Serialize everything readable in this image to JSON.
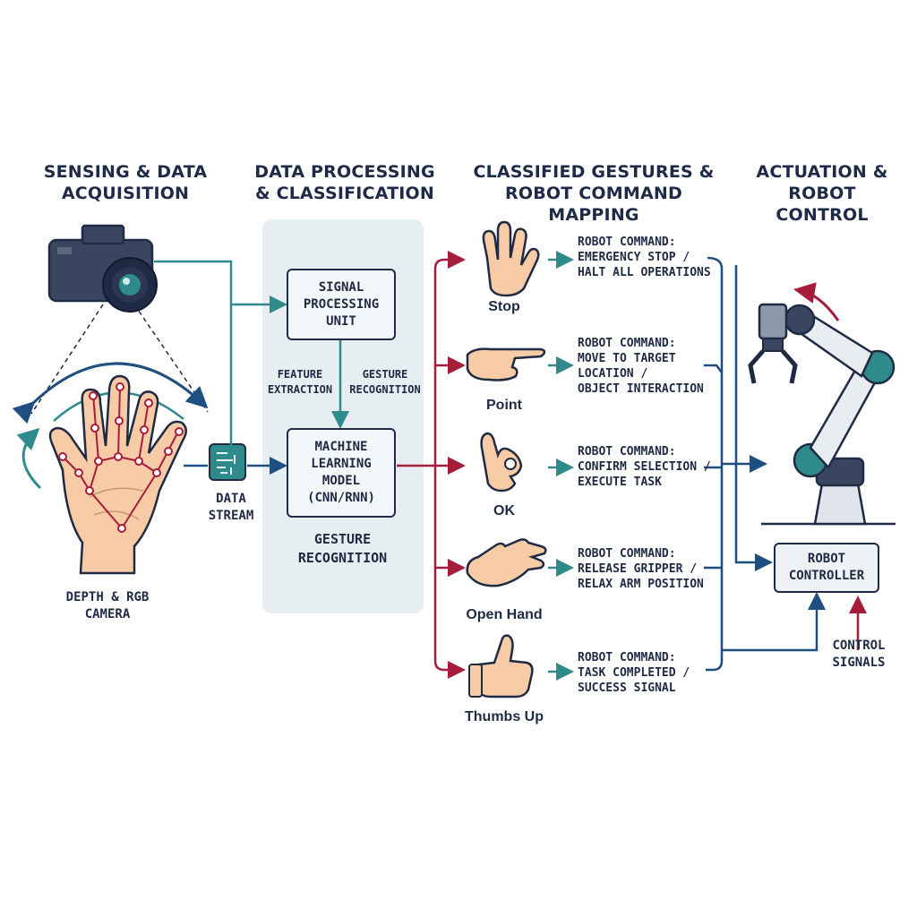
{
  "headers": [
    {
      "line1": "SENSING & DATA",
      "line2": "ACQUISITION"
    },
    {
      "line1": "DATA PROCESSING",
      "line2": "& CLASSIFICATION"
    },
    {
      "line1": "CLASSIFIED GESTURES &",
      "line2": "ROBOT COMMAND MAPPING"
    },
    {
      "line1": "ACTUATION &",
      "line2": "ROBOT CONTROL"
    }
  ],
  "sensing": {
    "camera_label": {
      "line1": "DEPTH & RGB",
      "line2": "CAMERA"
    },
    "stream_label": {
      "line1": "DATA",
      "line2": "STREAM"
    }
  },
  "processing": {
    "spu": {
      "line1": "SIGNAL",
      "line2": "PROCESSING",
      "line3": "UNIT"
    },
    "feature": {
      "line1": "FEATURE",
      "line2": "EXTRACTION"
    },
    "gesture_rec_small": {
      "line1": "GESTURE",
      "line2": "RECOGNITION"
    },
    "ml": {
      "line1": "MACHINE",
      "line2": "LEARNING",
      "line3": "MODEL",
      "line4": "(CNN/RNN)"
    },
    "gesture_rec": {
      "line1": "GESTURE",
      "line2": "RECOGNITION"
    }
  },
  "gestures": [
    {
      "name": "Stop",
      "cmd1": "ROBOT COMMAND:",
      "cmd2": "EMERGENCY STOP /",
      "cmd3": "HALT ALL OPERATIONS",
      "cmd4": ""
    },
    {
      "name": "Point",
      "cmd1": "ROBOT COMMAND:",
      "cmd2": "MOVE TO TARGET",
      "cmd3": "LOCATION /",
      "cmd4": "OBJECT INTERACTION"
    },
    {
      "name": "OK",
      "cmd1": "ROBOT COMMAND:",
      "cmd2": "CONFIRM SELECTION /",
      "cmd3": "EXECUTE TASK",
      "cmd4": ""
    },
    {
      "name": "Open Hand",
      "cmd1": "ROBOT COMMAND:",
      "cmd2": "RELEASE GRIPPER /",
      "cmd3": "RELAX ARM POSITION",
      "cmd4": ""
    },
    {
      "name": "Thumbs Up",
      "cmd1": "ROBOT COMMAND:",
      "cmd2": "TASK COMPLETED /",
      "cmd3": "SUCCESS SIGNAL",
      "cmd4": ""
    }
  ],
  "actuation": {
    "controller": {
      "line1": "ROBOT",
      "line2": "CONTROLLER"
    },
    "signals": {
      "line1": "CONTROL",
      "line2": "SIGNALS"
    }
  },
  "colors": {
    "teal": "#2f8a8c",
    "red": "#a51d3b",
    "navy": "#1e4f80",
    "dark": "#1f2a44",
    "panel": "#e6eef1",
    "skin": "#f6cba6"
  }
}
